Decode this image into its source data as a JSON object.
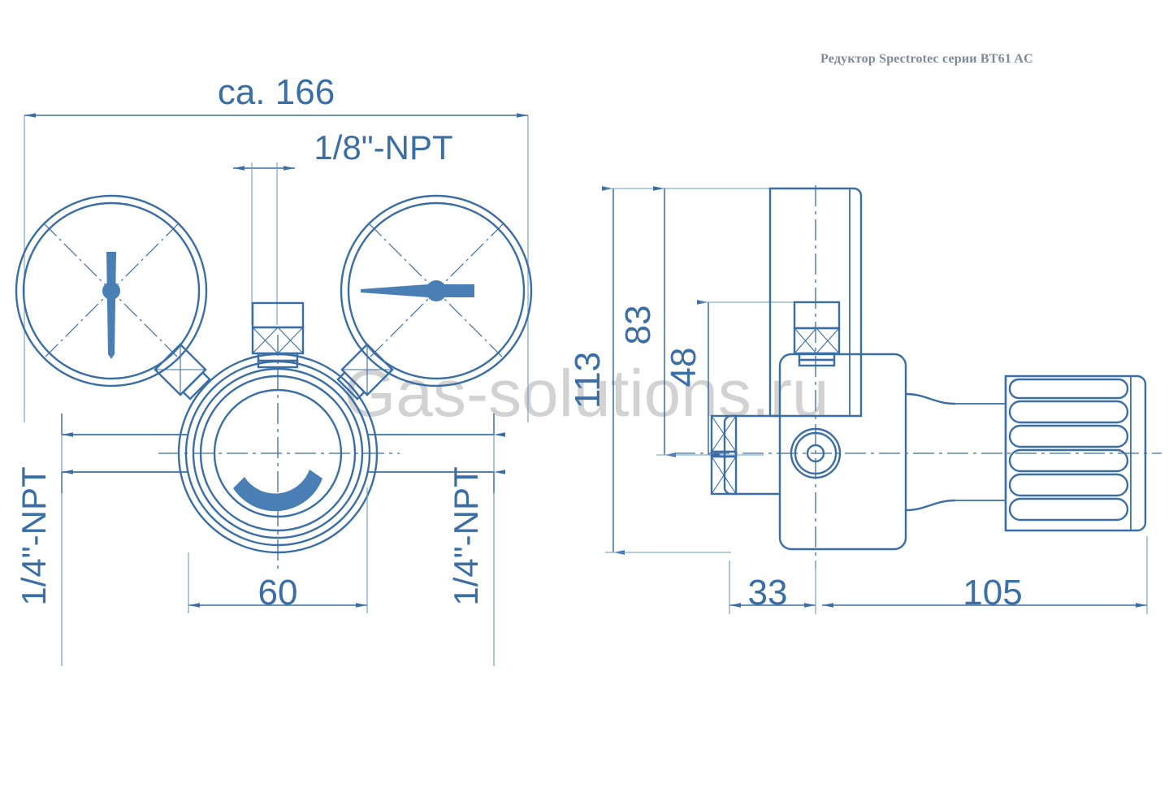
{
  "title": "Редуктор Spectrotec серии BT61 AC",
  "watermark": "Gas-solutions.ru",
  "colors": {
    "line": "#3a6ea5",
    "line_light": "#6e9ccb",
    "fill_accent": "#4a7fb5",
    "title": "#7d8a99",
    "watermark": "#cccccc",
    "background": "#ffffff"
  },
  "dimensions": {
    "overall_width": "ca. 166",
    "top_port_thread": "1/8\"-NPT",
    "left_port_thread": "1/4\"-NPT",
    "right_port_thread": "1/4\"-NPT",
    "body_width": "60",
    "overall_height": "113",
    "gauge_height": "83",
    "port_height": "48",
    "body_depth": "33",
    "knob_length": "105"
  },
  "views": {
    "front": {
      "name": "front-view",
      "components": [
        "left-pressure-gauge",
        "right-pressure-gauge",
        "center-body",
        "top-outlet-port",
        "left-inlet-port",
        "right-outlet-port",
        "adjustment-indicator"
      ]
    },
    "side": {
      "name": "side-view",
      "components": [
        "gauge-body-profile",
        "regulator-body",
        "side-port-fitting",
        "center-boss",
        "adjustment-knob"
      ]
    }
  }
}
